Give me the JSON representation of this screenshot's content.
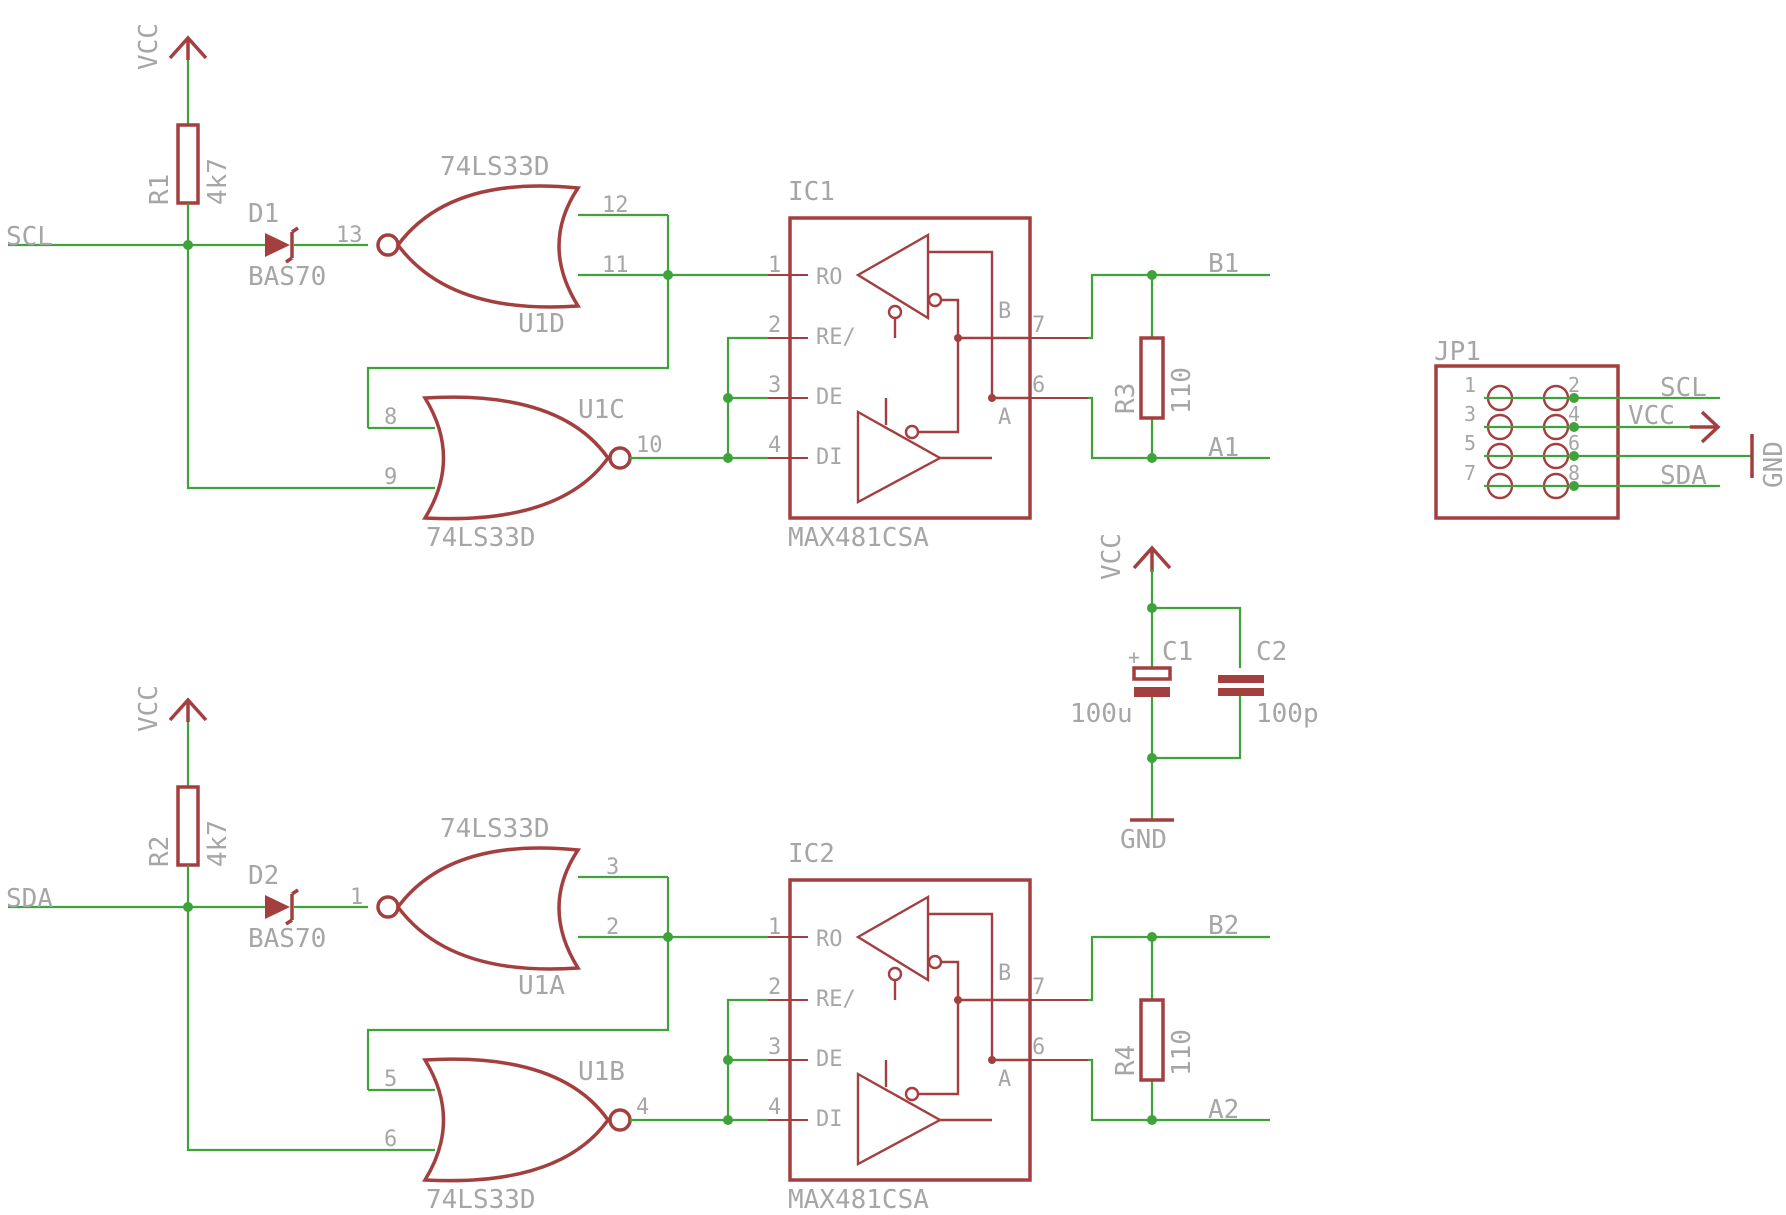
{
  "colors": {
    "wire": "#3fa23a",
    "symbol": "#a33f3f",
    "text": "#a6a6a6",
    "background": "#ffffff"
  },
  "nets": {
    "scl": "SCL",
    "sda": "SDA",
    "vcc": "VCC",
    "gnd": "GND",
    "b1": "B1",
    "a1": "A1",
    "b2": "B2",
    "a2": "A2"
  },
  "resistors": {
    "r1": {
      "name": "R1",
      "value": "4k7"
    },
    "r2": {
      "name": "R2",
      "value": "4k7"
    },
    "r3": {
      "name": "R3",
      "value": "110"
    },
    "r4": {
      "name": "R4",
      "value": "110"
    }
  },
  "diodes": {
    "d1": {
      "name": "D1",
      "value": "BAS70"
    },
    "d2": {
      "name": "D2",
      "value": "BAS70"
    }
  },
  "gates": {
    "u1d": {
      "name": "U1D",
      "value": "74LS33D",
      "in_a": "12",
      "in_b": "11",
      "out": "13"
    },
    "u1c": {
      "name": "U1C",
      "value": "74LS33D",
      "in_a": "8",
      "in_b": "9",
      "out": "10"
    },
    "u1a": {
      "name": "U1A",
      "value": "74LS33D",
      "in_a": "3",
      "in_b": "2",
      "out": "1"
    },
    "u1b": {
      "name": "U1B",
      "value": "74LS33D",
      "in_a": "5",
      "in_b": "6",
      "out": "4"
    }
  },
  "ics": {
    "ic1": {
      "name": "IC1",
      "value": "MAX481CSA"
    },
    "ic2": {
      "name": "IC2",
      "value": "MAX481CSA"
    }
  },
  "max481_pins": {
    "ro": "RO",
    "re": "RE/",
    "de": "DE",
    "di": "DI",
    "b": "B",
    "a": "A",
    "n_ro": "1",
    "n_re": "2",
    "n_de": "3",
    "n_di": "4",
    "n_b": "7",
    "n_a": "6"
  },
  "capacitors": {
    "c1": {
      "name": "C1",
      "value": "100u",
      "polarity": "+"
    },
    "c2": {
      "name": "C2",
      "value": "100p"
    }
  },
  "connector": {
    "name": "JP1",
    "pins_left": [
      "1",
      "3",
      "5",
      "7"
    ],
    "pins_right": [
      "2",
      "4",
      "6",
      "8"
    ]
  }
}
